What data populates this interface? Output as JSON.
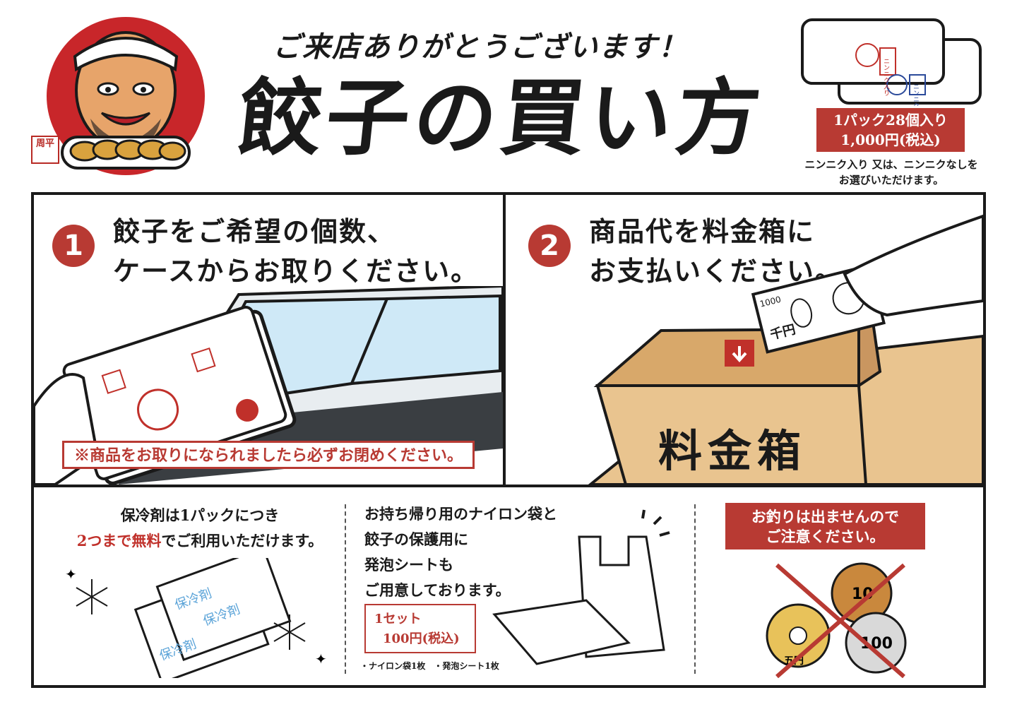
{
  "header": {
    "welcome": "ご来店ありがとうございます！",
    "title": "餃子の買い方",
    "stamp": "周平",
    "price_line1": "1パック28個入り",
    "price_line2": "1,000円(税込)",
    "note_line1": "ニンニク入り 又は、ニンニクなしを",
    "note_line2": "お選びいただけます。",
    "pack_label_a": "ニンニク入り",
    "pack_label_b": "ニンニクなし"
  },
  "step1": {
    "number": "1",
    "line1": "餃子をご希望の個数、",
    "line2": "ケースからお取りください。",
    "warning": "※商品をお取りになられましたら必ずお閉めください。"
  },
  "step2": {
    "number": "2",
    "line1": "商品代を料金箱に",
    "line2": "お支払いください。",
    "box_label": "料金箱",
    "bill_value": "1000",
    "bill_text": "千円"
  },
  "ice": {
    "line1": "保冷剤は1パックにつき",
    "line2_red": "2つまで無料",
    "line2_rest": "でご利用いただけます。",
    "pack_text": "保冷剤"
  },
  "bag": {
    "line1": "お持ち帰り用のナイロン袋と",
    "line2": "餃子の保護用に",
    "line3": "発泡シートも",
    "line4": "ご用意しております。",
    "set_line1": "1セット",
    "set_line2": "100円(税込)",
    "items": "・ナイロン袋1枚　・発泡シート1枚"
  },
  "change": {
    "line1": "お釣りは出ませんので",
    "line2": "ご注意ください。",
    "coin_a": "10",
    "coin_b": "100",
    "coin_c": "五円"
  },
  "colors": {
    "accent": "#b83a33",
    "ink": "#1a1a1a",
    "cardboard": "#e9c48f",
    "glass": "#cfe9f7"
  }
}
